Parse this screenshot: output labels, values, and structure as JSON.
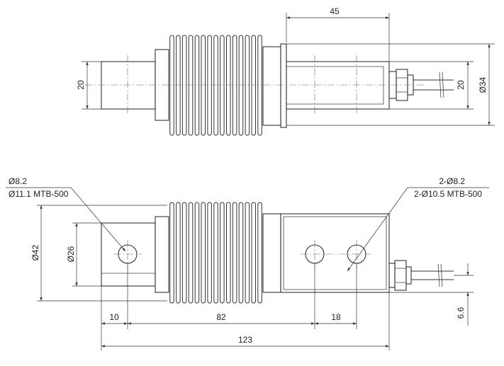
{
  "drawing": {
    "top_view": {
      "dim_length_top": "45",
      "dim_left_height": "20",
      "dim_right_height": "20",
      "dim_overall_dia": "Ø34"
    },
    "front_view": {
      "left_hole_line1": "Ø8.2",
      "left_hole_line2": "Ø11.1 MTB-500",
      "right_holes_line1": "2-Ø8.2",
      "right_holes_line2": "2-Ø10.5 MTB-500",
      "dim_body_height": "Ø42",
      "dim_mount_height": "Ø26",
      "dim_hole_offset": "10",
      "dim_hole_spacing_main": "82",
      "dim_hole_spacing_right": "18",
      "dim_total_length": "123",
      "dim_cable_offset": "6.6"
    }
  }
}
